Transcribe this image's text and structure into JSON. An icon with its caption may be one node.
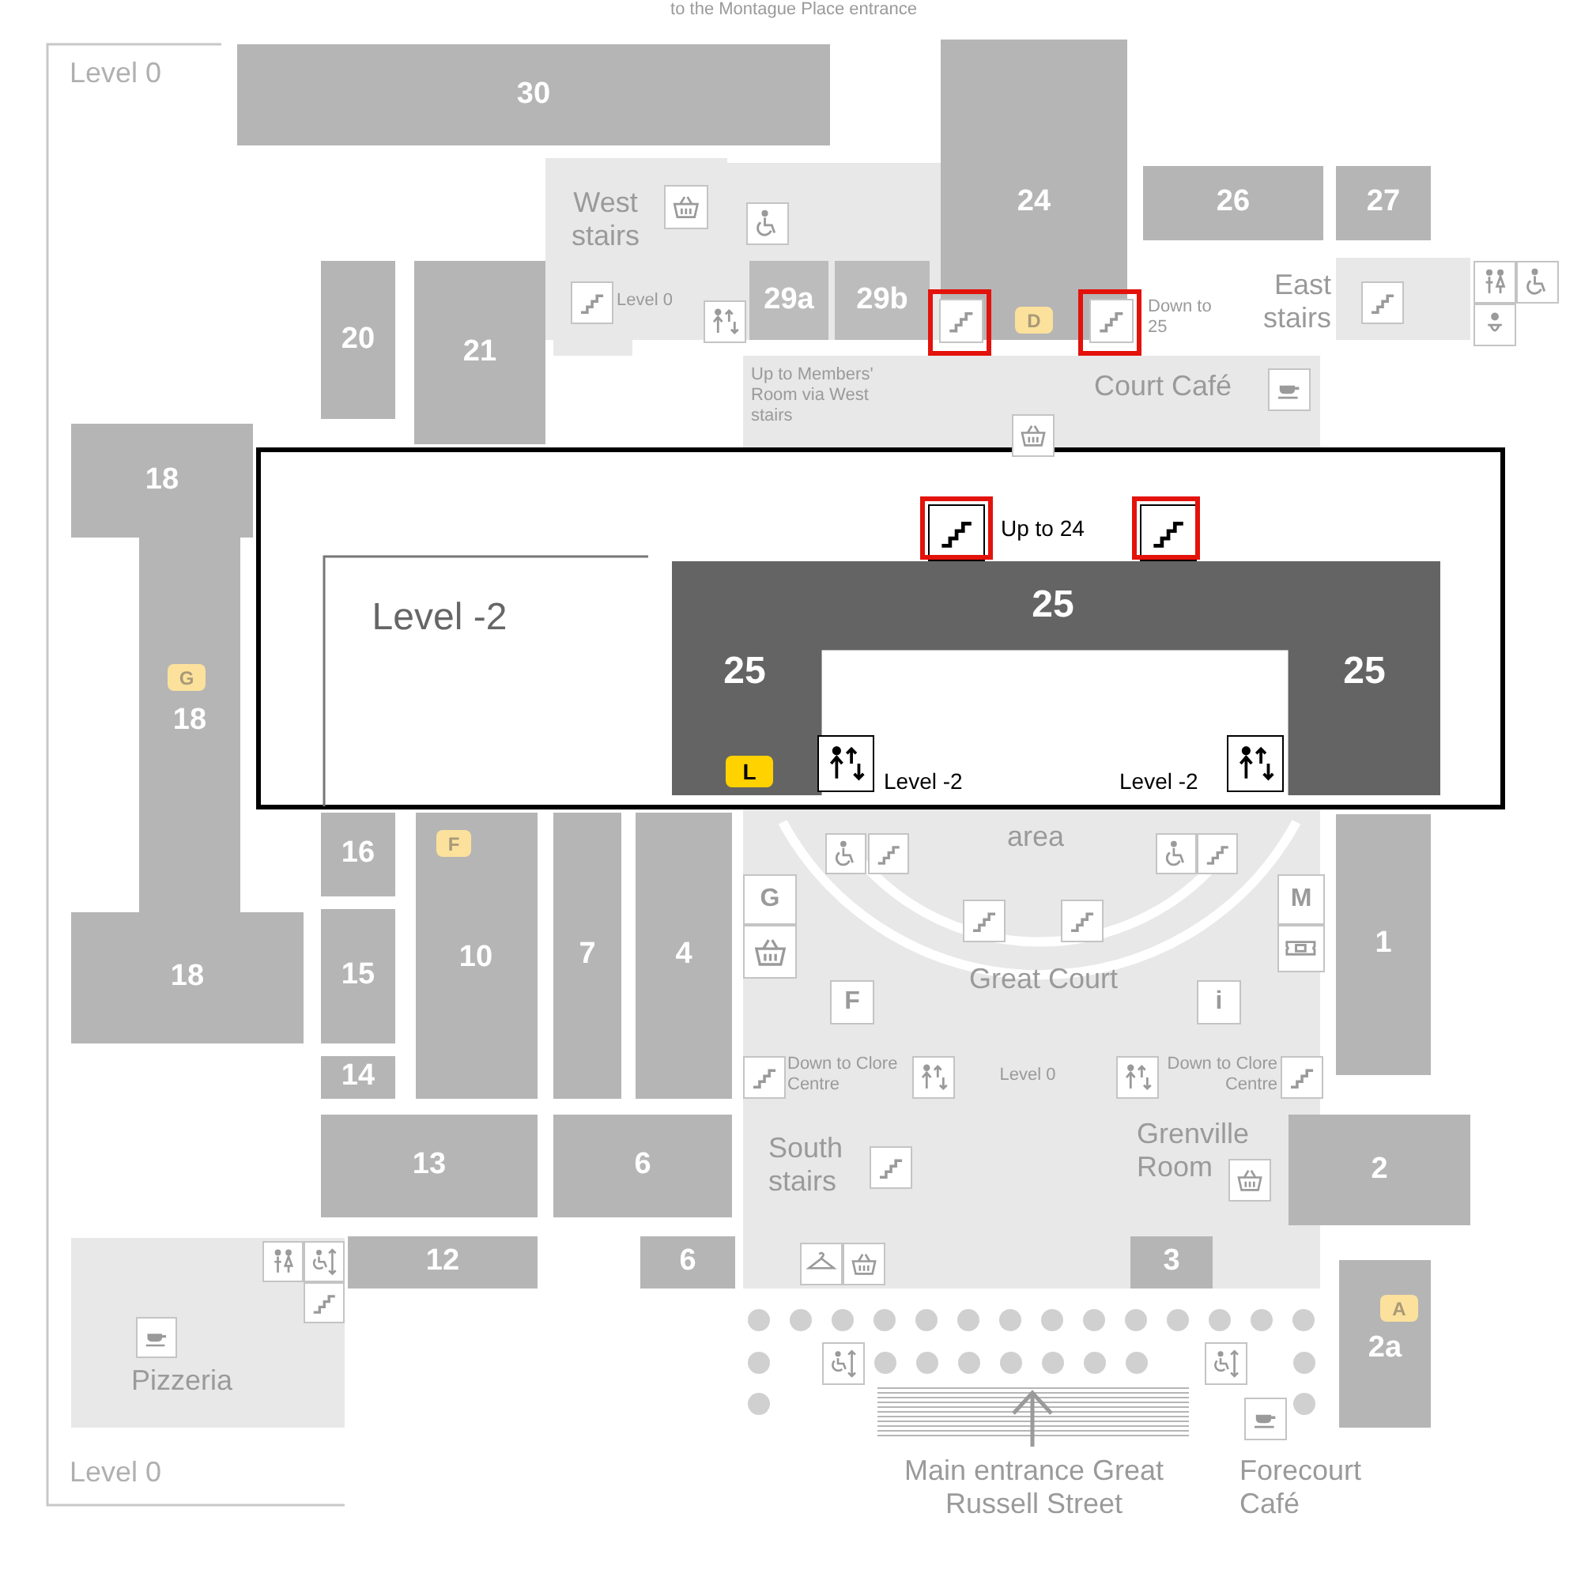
{
  "diagram": {
    "nodes": [
      {
        "text": [
          "30"
        ]
      },
      {
        "text": [
          "24"
        ]
      },
      {
        "text": [
          "D"
        ],
        "in": 1
      },
      {
        "text": [
          "26"
        ]
      },
      {
        "text": [
          "27"
        ]
      },
      {
        "text": [
          "29a"
        ]
      },
      {
        "text": [
          "29b"
        ]
      },
      {
        "text": [
          "20"
        ]
      },
      {
        "text": [
          "21"
        ]
      },
      {
        "text": [
          "18"
        ]
      },
      {
        "text": [
          "18"
        ]
      },
      {
        "text": [
          "G"
        ],
        "in": 10
      },
      {
        "text": [
          "18"
        ]
      },
      {
        "text": [
          "16"
        ]
      },
      {
        "text": [
          "10"
        ]
      },
      {
        "text": [
          "F"
        ],
        "in": 14
      },
      {
        "text": [
          "15"
        ]
      },
      {
        "text": [
          "7"
        ]
      },
      {
        "text": [
          "4"
        ]
      },
      {
        "text": [
          "14"
        ]
      },
      {
        "text": [
          "13"
        ]
      },
      {
        "text": [
          "6"
        ]
      },
      {
        "text": [
          "12"
        ]
      },
      {
        "text": [
          "6"
        ]
      },
      {
        "text": [
          "3"
        ]
      },
      {
        "text": [
          "1"
        ]
      },
      {
        "text": [
          "2"
        ]
      },
      {
        "text": [
          "2a"
        ]
      },
      {
        "text": [
          "A"
        ],
        "in": 27
      },
      {
        "text": [
          "G"
        ]
      },
      {
        "text": [
          "F"
        ]
      },
      {
        "text": [
          "M"
        ]
      },
      {
        "text": [
          "i"
        ]
      },
      {
        "text": [
          "Level -2"
        ]
      },
      {
        "text": [
          "25",
          "25",
          "25"
        ],
        "in": 33
      },
      {
        "text": [
          "L"
        ],
        "in": 34
      }
    ],
    "labels": [
      "to the Montague Place entrance",
      "Level 0",
      "West stairs",
      "Level 0",
      "Down to 25",
      "East stairs",
      "Up to Members' Room via West stairs",
      "Court Café",
      "Up to 24",
      "Level -2",
      "Level -2",
      "area",
      "Great Court",
      "Down to Clore Centre",
      "Level 0",
      "Down to Clore Centre",
      "South stairs",
      "Grenville Room",
      "Pizzeria",
      "Level 0",
      "Main entrance Great Russell Street",
      "Forecourt Café"
    ]
  }
}
